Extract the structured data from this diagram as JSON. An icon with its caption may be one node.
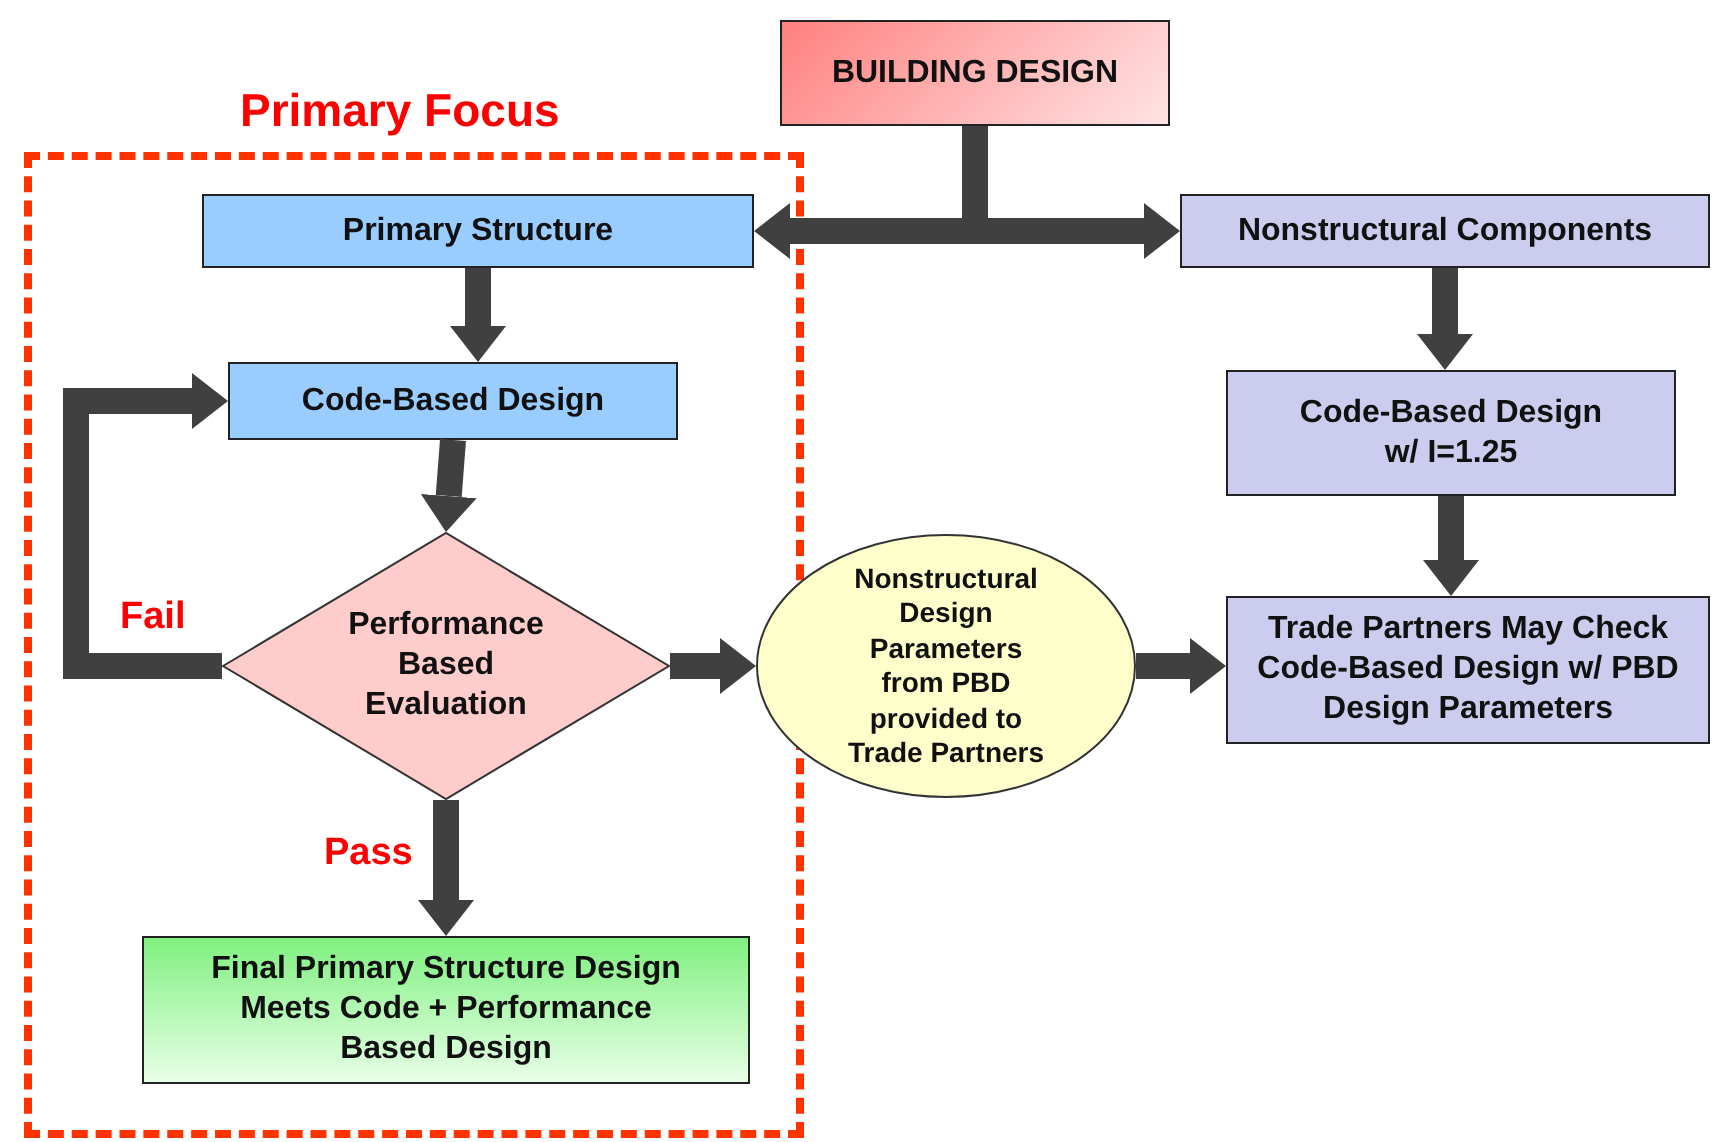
{
  "diagram": {
    "nodes": [
      {
        "text": [
          "BUILDING DESIGN"
        ]
      },
      {
        "text": [
          "Primary Focus"
        ]
      },
      {
        "text": [
          "Primary Structure"
        ],
        "in": 1
      },
      {
        "text": [
          "Nonstructural Components"
        ]
      },
      {
        "text": [
          "Code-Based Design"
        ],
        "in": 1
      },
      {
        "text": [
          "Code-Based Design w/ I=1.25"
        ]
      },
      {
        "text": [
          "Performance Based Evaluation"
        ],
        "in": 1
      },
      {
        "text": [
          "Nonstructural Design Parameters from PBD provided to Trade Partners"
        ]
      },
      {
        "text": [
          "Trade Partners May Check Code-Based Design w/ PBD Design Parameters"
        ]
      },
      {
        "text": [
          "Final Primary Structure Design Meets Code + Performance Based Design"
        ],
        "in": 1
      }
    ],
    "edges": [
      {
        "from": 0,
        "to": 2,
        "arrow": "to"
      },
      {
        "from": 0,
        "to": 3,
        "arrow": "to"
      },
      {
        "from": 2,
        "to": 4,
        "arrow": "to"
      },
      {
        "from": 4,
        "to": 6,
        "arrow": "to"
      },
      {
        "from": 6,
        "to": 4,
        "arrow": "to",
        "label": "Fail"
      },
      {
        "from": 6,
        "to": 9,
        "arrow": "to",
        "label": "Pass"
      },
      {
        "from": 6,
        "to": 7,
        "arrow": "to"
      },
      {
        "from": 7,
        "to": 8,
        "arrow": "to"
      },
      {
        "from": 3,
        "to": 5,
        "arrow": "to"
      },
      {
        "from": 5,
        "to": 8,
        "arrow": "to"
      }
    ]
  }
}
